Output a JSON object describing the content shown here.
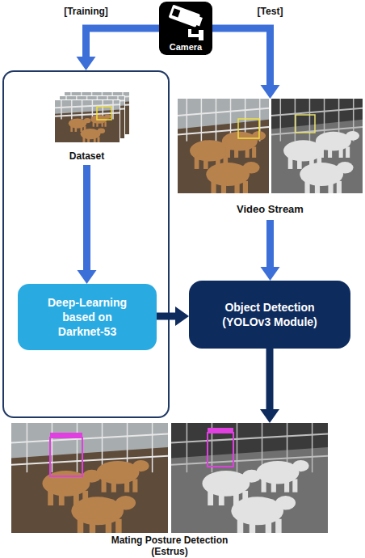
{
  "diagram": {
    "nodes": [
      {
        "text": [
          "Camera"
        ]
      },
      {
        "text": []
      },
      {
        "text": [
          "Dataset"
        ],
        "in": 1
      },
      {
        "text": [
          "Deep-Learning based on Darknet-53"
        ],
        "in": 1
      },
      {
        "text": [
          "Video Stream"
        ]
      },
      {
        "text": [
          "Object Detection (YOLOv3 Module)"
        ]
      },
      {
        "text": [
          "Mating Posture Detection (Estrus)"
        ]
      }
    ],
    "edges": [
      {
        "from": 0,
        "to": 1,
        "arrow": "to",
        "label": "[Training]"
      },
      {
        "from": 0,
        "to": 4,
        "arrow": "to",
        "label": "[Test]"
      },
      {
        "from": 2,
        "to": 3,
        "arrow": "to"
      },
      {
        "from": 3,
        "to": 5,
        "arrow": "to"
      },
      {
        "from": 4,
        "to": 5,
        "arrow": "to"
      },
      {
        "from": 5,
        "to": 6,
        "arrow": "to"
      }
    ]
  }
}
